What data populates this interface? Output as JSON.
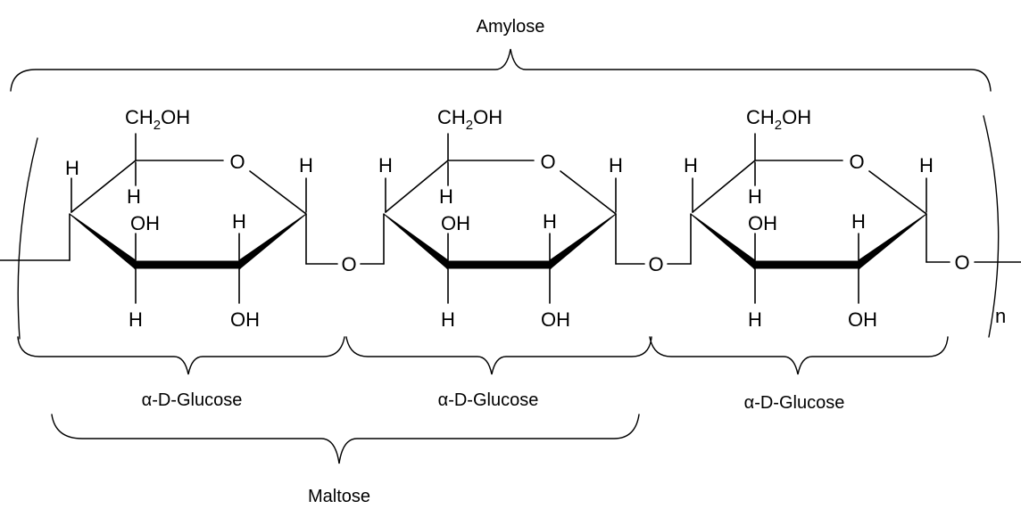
{
  "labels": {
    "amylose": "Amylose",
    "maltose": "Maltose",
    "glucose_units": [
      "α-D-Glucose",
      "α-D-Glucose",
      "α-D-Glucose"
    ],
    "repeat_subscript": "n"
  },
  "atoms": {
    "ring_oxygen": "O",
    "glycosidic_oxygen": "O",
    "hydrogen": "H",
    "hydroxyl": "OH",
    "ch2oh_prefix": "CH",
    "ch2oh_sub": "2",
    "ch2oh_suffix": "OH"
  }
}
